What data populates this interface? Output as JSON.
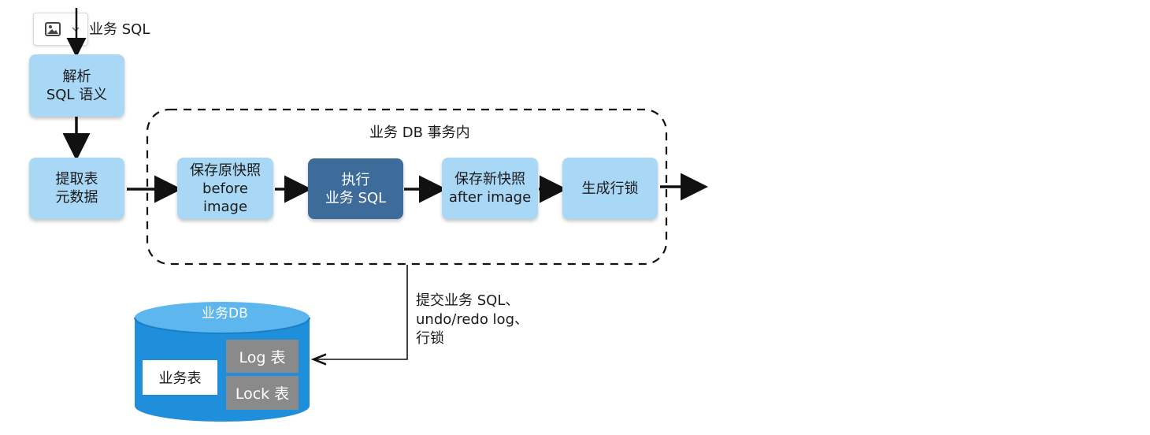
{
  "top_label": "业务 SQL",
  "nodes": {
    "parse": "解析\nSQL 语义",
    "extract": "提取表\n元数据",
    "before": "保存原快照\nbefore\nimage",
    "exec": "执行\n业务 SQL",
    "after": "保存新快照\nafter image",
    "lock": "生成行锁"
  },
  "transaction_label": "业务 DB 事务内",
  "commit_label": "提交业务 SQL、\nundo/redo log、\n行锁",
  "db": {
    "title": "业务DB",
    "business_table": "业务表",
    "log_table": "Log 表",
    "lock_table": "Lock 表"
  },
  "colors": {
    "light_box": "#a9d8f6",
    "dark_box": "#3d6c9a",
    "db_blue": "#1f8fdc",
    "db_top": "#5db6ee",
    "gray": "#8a8a8a"
  }
}
